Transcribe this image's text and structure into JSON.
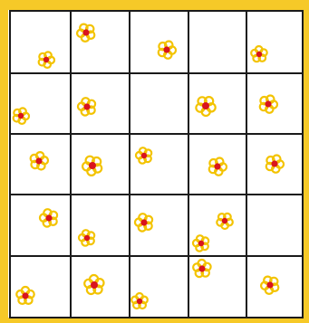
{
  "grid": {
    "rows": 5,
    "columns": 5,
    "cell_fill": "#ffffff",
    "line_color": "#1a1a1a",
    "border_color": "#f6c928"
  },
  "flower": {
    "petal_color": "#f3c300",
    "center_color": "#d9141e"
  },
  "flower_counts_by_row": [
    [
      1,
      1,
      1,
      0,
      1
    ],
    [
      1,
      1,
      0,
      1,
      1
    ],
    [
      1,
      1,
      1,
      1,
      1
    ],
    [
      1,
      1,
      1,
      2,
      0
    ],
    [
      1,
      1,
      1,
      1,
      1
    ]
  ]
}
